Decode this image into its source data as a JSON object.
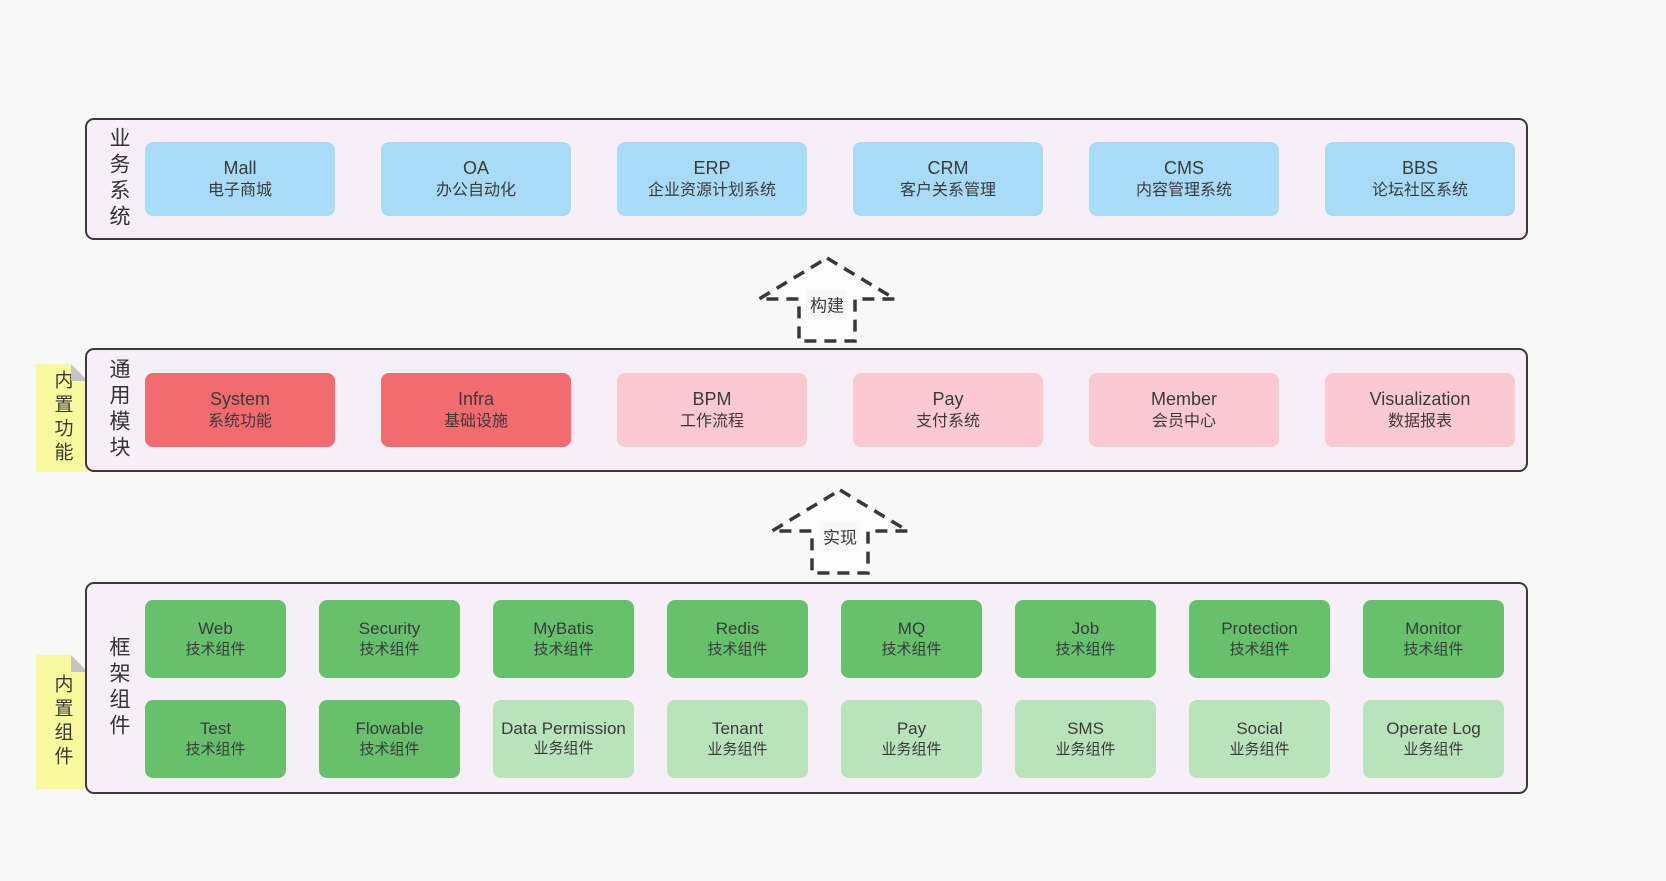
{
  "colors": {
    "page_bg": "#f8f8f8",
    "panel_bg": "#f8eef7",
    "panel_border": "#3b3b3b",
    "blue_box": "#a8dbf7",
    "red_box": "#f26b6e",
    "pink_box": "#fbc9d2",
    "green_dark_box": "#67c16c",
    "green_light_box": "#b9e3ba",
    "sticky_yellow": "#f9f99d",
    "sticky_fold_gray": "#c4c4c4",
    "text": "#3a3a3a"
  },
  "business": {
    "side_label": "业务系统",
    "boxes": [
      {
        "title": "Mall",
        "subtitle": "电子商城"
      },
      {
        "title": "OA",
        "subtitle": "办公自动化"
      },
      {
        "title": "ERP",
        "subtitle": "企业资源计划系统"
      },
      {
        "title": "CRM",
        "subtitle": "客户关系管理"
      },
      {
        "title": "CMS",
        "subtitle": "内容管理系统"
      },
      {
        "title": "BBS",
        "subtitle": "论坛社区系统"
      }
    ]
  },
  "arrows": {
    "build": "构建",
    "implement": "实现"
  },
  "stickies": {
    "features": "内置功能",
    "components": "内置组件"
  },
  "modules": {
    "side_label": "通用模块",
    "boxes": [
      {
        "title": "System",
        "subtitle": "系统功能",
        "variant": "red"
      },
      {
        "title": "Infra",
        "subtitle": "基础设施",
        "variant": "red"
      },
      {
        "title": "BPM",
        "subtitle": "工作流程",
        "variant": "pink"
      },
      {
        "title": "Pay",
        "subtitle": "支付系统",
        "variant": "pink"
      },
      {
        "title": "Member",
        "subtitle": "会员中心",
        "variant": "pink"
      },
      {
        "title": "Visualization",
        "subtitle": "数据报表",
        "variant": "pink"
      }
    ]
  },
  "framework": {
    "side_label": "框架组件",
    "row1": [
      {
        "title": "Web",
        "subtitle": "技术组件",
        "variant": "green-dark"
      },
      {
        "title": "Security",
        "subtitle": "技术组件",
        "variant": "green-dark"
      },
      {
        "title": "MyBatis",
        "subtitle": "技术组件",
        "variant": "green-dark"
      },
      {
        "title": "Redis",
        "subtitle": "技术组件",
        "variant": "green-dark"
      },
      {
        "title": "MQ",
        "subtitle": "技术组件",
        "variant": "green-dark"
      },
      {
        "title": "Job",
        "subtitle": "技术组件",
        "variant": "green-dark"
      },
      {
        "title": "Protection",
        "subtitle": "技术组件",
        "variant": "green-dark"
      },
      {
        "title": "Monitor",
        "subtitle": "技术组件",
        "variant": "green-dark"
      }
    ],
    "row2": [
      {
        "title": "Test",
        "subtitle": "技术组件",
        "variant": "green-dark"
      },
      {
        "title": "Flowable",
        "subtitle": "技术组件",
        "variant": "green-dark"
      },
      {
        "title": "Data Permission",
        "subtitle": "业务组件",
        "variant": "green-light"
      },
      {
        "title": "Tenant",
        "subtitle": "业务组件",
        "variant": "green-light"
      },
      {
        "title": "Pay",
        "subtitle": "业务组件",
        "variant": "green-light"
      },
      {
        "title": "SMS",
        "subtitle": "业务组件",
        "variant": "green-light"
      },
      {
        "title": "Social",
        "subtitle": "业务组件",
        "variant": "green-light"
      },
      {
        "title": "Operate Log",
        "subtitle": "业务组件",
        "variant": "green-light"
      }
    ]
  }
}
